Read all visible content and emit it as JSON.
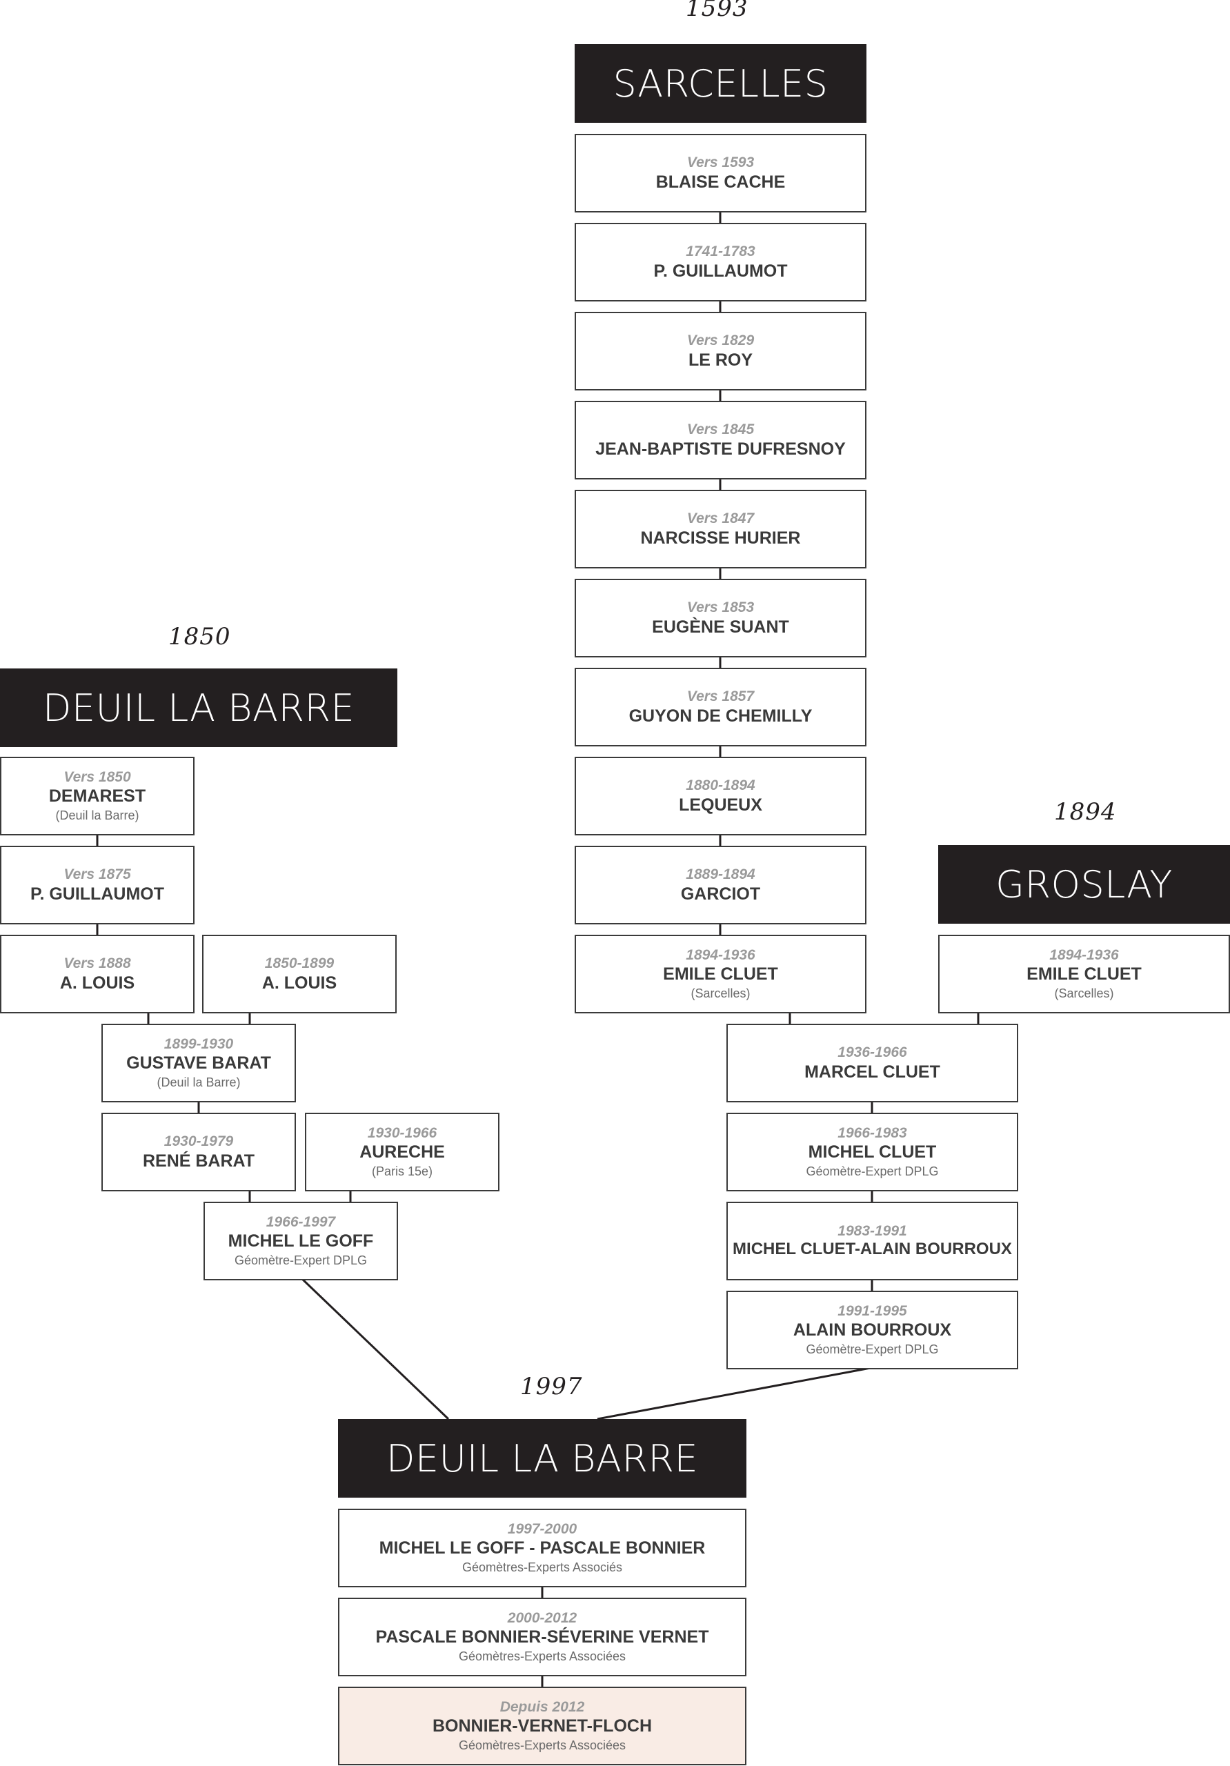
{
  "headers": {
    "sarcelles": {
      "year": "1593",
      "title": "SARCELLES"
    },
    "deuil_1850": {
      "year": "1850",
      "title": "DEUIL LA BARRE"
    },
    "groslay": {
      "year": "1894",
      "title": "GROSLAY"
    },
    "deuil_1997": {
      "year": "1997",
      "title": "DEUIL LA BARRE"
    }
  },
  "boxes": {
    "blaise_cache": {
      "date": "Vers 1593",
      "name": "BLAISE CACHE"
    },
    "p_guillaumot_1741": {
      "date": "1741-1783",
      "name": "P. GUILLAUMOT"
    },
    "le_roy": {
      "date": "Vers 1829",
      "name": "LE ROY"
    },
    "dufresnoy": {
      "date": "Vers 1845",
      "name": "JEAN-BAPTISTE DUFRESNOY"
    },
    "hurier": {
      "date": "Vers 1847",
      "name": "NARCISSE HURIER"
    },
    "suant": {
      "date": "Vers 1853",
      "name": "EUGÈNE SUANT"
    },
    "chemilly": {
      "date": "Vers 1857",
      "name": "GUYON DE CHEMILLY"
    },
    "lequeux": {
      "date": "1880-1894",
      "name": "LEQUEUX"
    },
    "garciot": {
      "date": "1889-1894",
      "name": "GARCIOT"
    },
    "cluet_sarcelles": {
      "date": "1894-1936",
      "name": "EMILE CLUET",
      "sub": "(Sarcelles)"
    },
    "cluet_groslay": {
      "date": "1894-1936",
      "name": "EMILE CLUET",
      "sub": "(Sarcelles)"
    },
    "demarest": {
      "date": "Vers 1850",
      "name": "DEMAREST",
      "sub": "(Deuil la Barre)"
    },
    "p_guillaumot_1875": {
      "date": "Vers 1875",
      "name": "P. GUILLAUMOT"
    },
    "louis_1888": {
      "date": "Vers 1888",
      "name": "A. LOUIS"
    },
    "louis_1850": {
      "date": "1850-1899",
      "name": "A. LOUIS"
    },
    "gustave_barat": {
      "date": "1899-1930",
      "name": "GUSTAVE BARAT",
      "sub": "(Deuil la Barre)"
    },
    "rene_barat": {
      "date": "1930-1979",
      "name": "RENÉ BARAT"
    },
    "aureche": {
      "date": "1930-1966",
      "name": "AURECHE",
      "sub": "(Paris 15e)"
    },
    "le_goff": {
      "date": "1966-1997",
      "name": "MICHEL LE GOFF",
      "sub": "Géomètre-Expert DPLG"
    },
    "marcel_cluet": {
      "date": "1936-1966",
      "name": "MARCEL CLUET"
    },
    "michel_cluet": {
      "date": "1966-1983",
      "name": "MICHEL CLUET",
      "sub": "Géomètre-Expert DPLG"
    },
    "cluet_bourroux": {
      "date": "1983-1991",
      "name": "MICHEL CLUET-ALAIN BOURROUX"
    },
    "bourroux": {
      "date": "1991-1995",
      "name": "ALAIN BOURROUX",
      "sub": "Géomètre-Expert DPLG"
    },
    "legoff_bonnier": {
      "date": "1997-2000",
      "name": "MICHEL LE GOFF - PASCALE BONNIER",
      "sub": "Géomètres-Experts Associés"
    },
    "bonnier_vernet": {
      "date": "2000-2012",
      "name": "PASCALE BONNIER-SÉVERINE VERNET",
      "sub": "Géomètres-Experts Associées"
    },
    "bvf": {
      "date": "Depuis 2012",
      "name": "BONNIER-VERNET-FLOCH",
      "sub": "Géomètres-Experts Associées"
    }
  },
  "colors": {
    "header_bg": "#231f20",
    "highlight_bg": "#f9ece5",
    "border": "#3a3a3a"
  }
}
